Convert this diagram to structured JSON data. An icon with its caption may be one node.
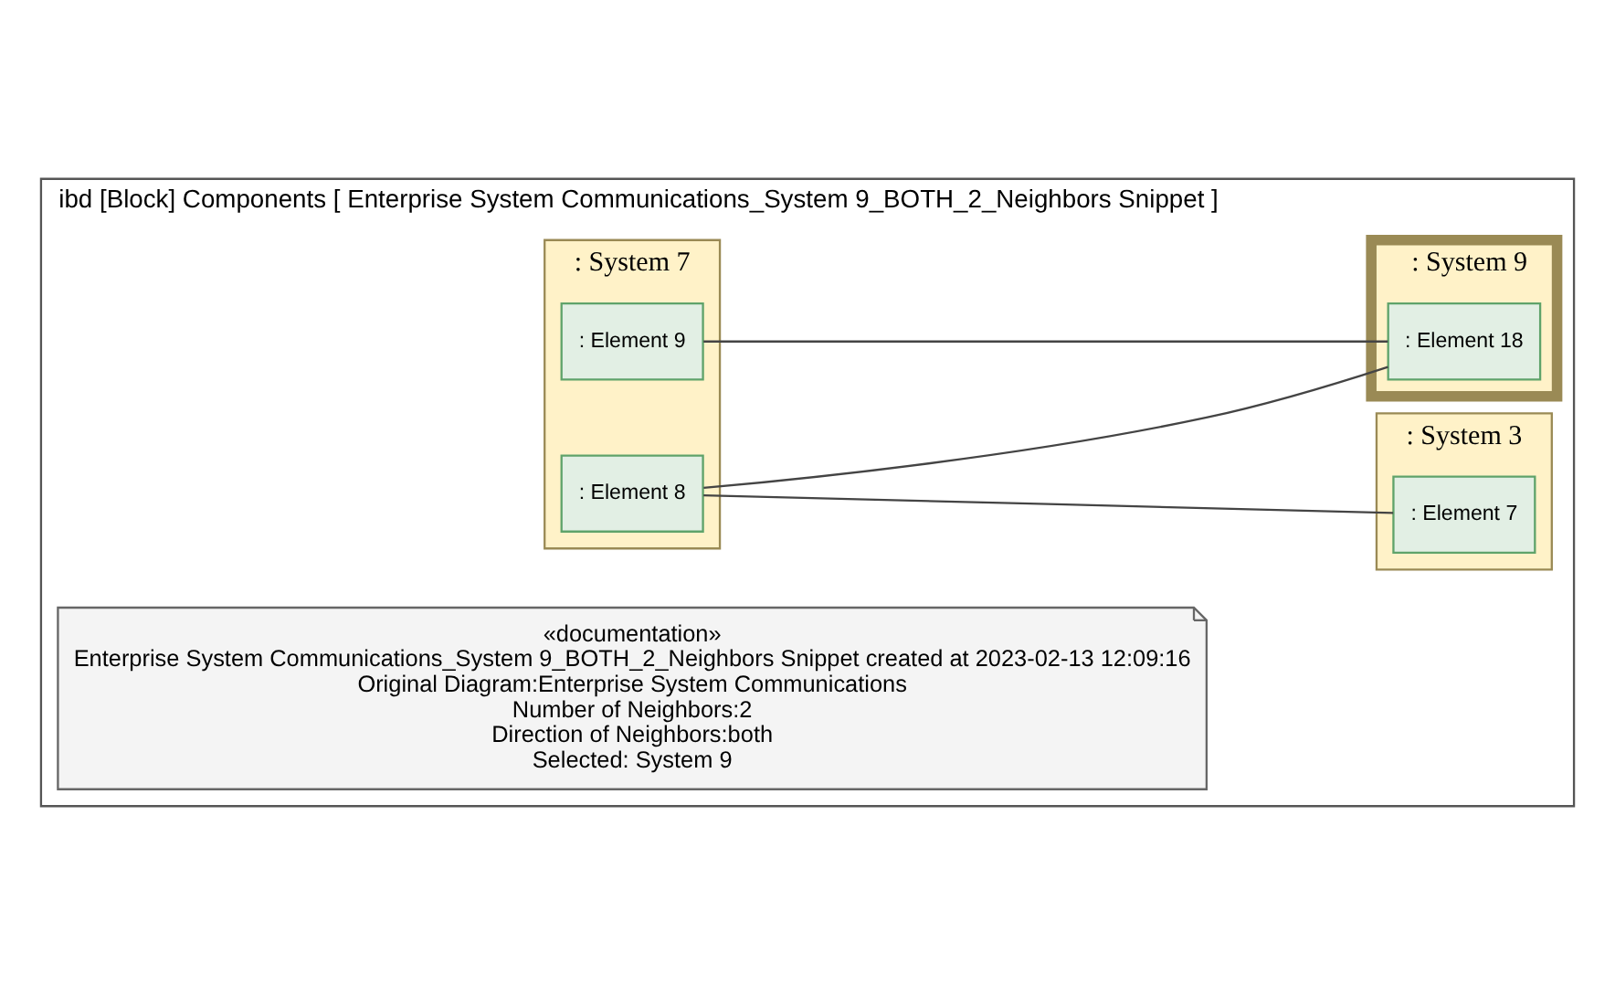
{
  "diagram": {
    "nodes": [
      {
        "text": [
          "ibd [Block] Components [ Enterprise System Communications_System 9_BOTH_2_Neighbors Snippet ]"
        ]
      },
      {
        "text": [
          "«documentation»",
          "Enterprise System Communications_System 9_BOTH_2_Neighbors Snippet created at 2023-02-13 12:09:16",
          "Original Diagram:Enterprise System Communications",
          "Number of Neighbors:2",
          "Direction of Neighbors:both",
          "Selected: System 9"
        ],
        "in": 0
      },
      {
        "text": [
          ": System 3"
        ],
        "in": 0
      },
      {
        "text": [
          ": Element 7"
        ],
        "in": 2
      },
      {
        "text": [
          ": System 7"
        ],
        "in": 0
      },
      {
        "text": [
          ": Element 8"
        ],
        "in": 4
      },
      {
        "text": [
          ": Element 9"
        ],
        "in": 4
      },
      {
        "text": [
          ": System 9"
        ],
        "in": 0
      },
      {
        "text": [
          ": Element 18"
        ],
        "in": 7
      }
    ],
    "edges": [
      {
        "from": 5,
        "to": 3,
        "arrow": "none"
      },
      {
        "from": 5,
        "to": 8,
        "arrow": "none"
      },
      {
        "from": 6,
        "to": 8,
        "arrow": "none"
      }
    ]
  }
}
